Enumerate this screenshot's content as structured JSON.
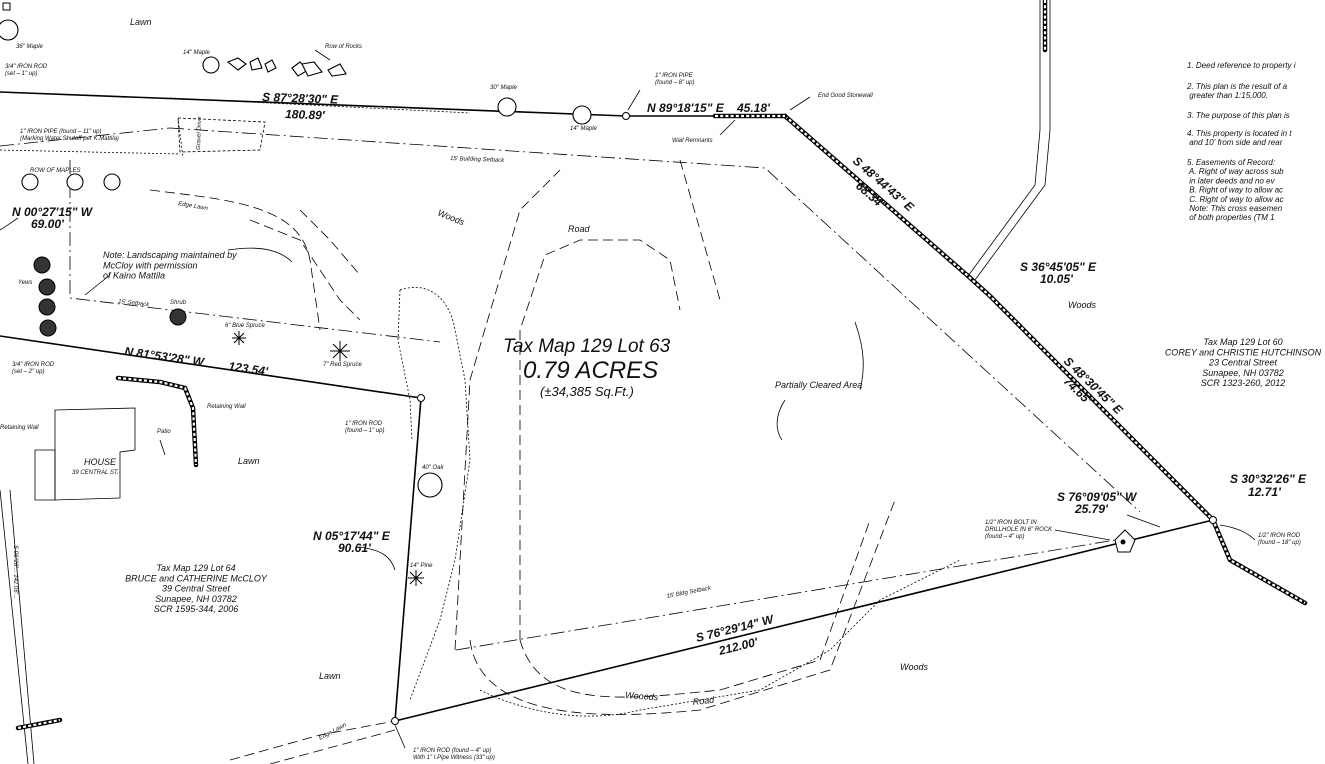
{
  "lot": {
    "title": "Tax Map 129 Lot 63",
    "acres": "0.79 ACRES",
    "sqft": "(±34,385 Sq.Ft.)"
  },
  "bearings": {
    "north_main": "S 87°28'30\" E",
    "north_main_dist": "180.89'",
    "north_short": "N 89°18'15\" E",
    "north_short_dist": "45.18'",
    "ne_upper": "S 48°44'43\" E",
    "ne_upper_dist": "68.34'",
    "ne_mid": "S 36°45'05\" E",
    "ne_mid_dist": "10.05'",
    "ne_lower": "S 48°30'45\" E",
    "ne_lower_dist": "74.65'",
    "se_corner": "S 30°32'26\" E",
    "se_corner_dist": "12.71'",
    "east_tie": "S 76°09'05\" W",
    "east_tie_dist": "25.79'",
    "south": "S 76°29'14\" W",
    "south_dist": "212.00'",
    "west": "N 05°17'44\" E",
    "west_dist": "90.61'",
    "west_upper": "N 81°53'28\" W",
    "west_upper_dist": "123.54'",
    "far_west": "N 00°27'15\" W",
    "far_west_dist": "69.00'",
    "left_edge_vertical": "S 06°28'...  142.06'..."
  },
  "labels": {
    "lawn_top": "Lawn",
    "maple_36": "36\" Maple",
    "iron_rod_set": "3/4\" IRON ROD\n(set – 1\" up)",
    "maple_14_top": "14\" Maple",
    "row_of_rocks": "Row of Rocks",
    "maple_30": "30\" Maple",
    "maple_14_mid": "14\" Maple",
    "iron_pipe_found": "1\" IRON PIPE\n(found – 8\" up)",
    "wall_remnants": "Wall Remnants",
    "end_good_stonewall": "End Good Stonewall",
    "iron_pipe_water": "1\" IRON PIPE (found – 11\" up)\n(Marking Water Shutoff per K.Mattila)",
    "gravel_drive": "Gravel Drive",
    "building_setback_top": "15' Building Setback",
    "row_of_maples": "ROW OF MAPLES",
    "edge_lawn": "Edge Lawn",
    "woods_top": "Woods",
    "road_top": "Road",
    "landscaping_note": "Note: Landscaping maintained by\nMcCloy with permission\nof Kaino Mattila",
    "yews": "Yews",
    "setback_15": "15' Setback",
    "shrub": "Shrub",
    "blue_spruce": "6\" Blue Spruce",
    "red_spruce": "7\" Red Spruce",
    "iron_rod_set2": "3/4\" IRON ROD\n(set – 2\" up)",
    "retaining_wall_left": "Retaining Wall",
    "retaining_wall": "Retaining Wall",
    "patio": "Patio",
    "house": "HOUSE",
    "house_addr": "39 CENTRAL ST.",
    "lawn_mid": "Lawn",
    "iron_rod_found1": "1\" IRON ROD\n(found – 1\" up)",
    "oak_40": "40\" Oak",
    "pine_14": "14\" Pine",
    "partially_cleared": "Partially Cleared Area",
    "woods_right": "Woods",
    "iron_bolt": "1/2\" IRON BOLT IN\nDRILLHOLE IN 6\" ROCK\n(found – 4\" up)",
    "iron_rod_found18": "1/2\" IRON ROD\n(found – 18\" up)",
    "bldg_setback_bottom": "15' Bldg Setback",
    "woods_bottom": "Woods",
    "woods_road": "Wooods",
    "road_bottom": "Road",
    "lawn_bottom": "Lawn",
    "edge_lawn_bottom": "Edge Lawn",
    "iron_rod_found4": "1\" IRON ROD (found – 4\" up)\nWith 1\" I.Pipe Witness (33\" up)"
  },
  "abutters": {
    "lot64": "Tax Map 129 Lot 64\nBRUCE and CATHERINE McCLOY\n39 Central Street\nSunapee, NH 03782\nSCR 1595-344, 2006",
    "lot60": "Tax Map 129 Lot 60\nCOREY and CHRISTIE HUTCHINSON\n23 Central Street\nSunapee, NH 03782\nSCR 1323-260, 2012"
  },
  "notes": [
    "1. Deed reference to property i",
    "2. This plan is the result of a\n    greater than 1:15,000.",
    "3. The purpose of this plan is",
    "4. This property is located in t\n    and 10' from side and rear",
    "5. Easements of Record:\n    A. Right of way across sub\n        in later deeds and no ev\n    B. Right of way to allow ac\n    C. Right of way to allow ac\n    Note: This cross easemen\n        of both properties (TM 1"
  ],
  "legend_box": "□"
}
